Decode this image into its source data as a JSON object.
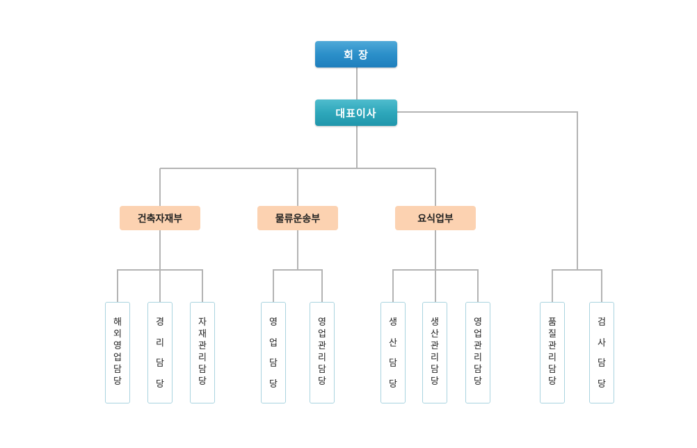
{
  "chairman": "회 장",
  "ceo": "대표이사",
  "departments": {
    "construction": "건축자재부",
    "logistics": "물류운송부",
    "catering": "요식업부"
  },
  "teams": {
    "overseas_sales": "해외영업담당",
    "accounting": "경리담당",
    "materials_mgmt": "자재관리담당",
    "sales": "영업담당",
    "sales_mgmt": "영업관리담당",
    "production": "생산담당",
    "production_mgmt": "생산관리담당",
    "sales_mgmt_2": "영업관리담당",
    "quality_mgmt": "품질관리담당",
    "inspection": "검사담당"
  },
  "colors": {
    "chairman": "#2b8fc9",
    "ceo": "#2ea7bb",
    "department": "#fcd2b1",
    "team_border": "#a9d3df",
    "connector": "#b3b3b3"
  }
}
